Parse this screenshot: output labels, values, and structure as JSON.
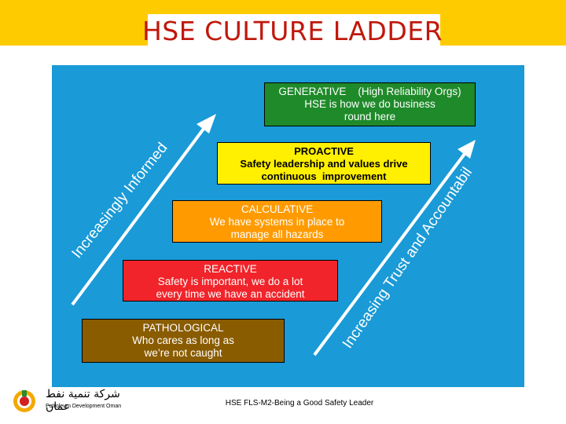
{
  "title": "HSE CULTURE LADDER",
  "footer": "HSE FLS-M2-Being a Good Safety Leader",
  "logo": {
    "arabic": "شركة تنمية نفط عمان",
    "english": "Petroleum Development Oman"
  },
  "levels": [
    {
      "heading": "GENERATIVE    (High Reliability Orgs)",
      "line1": "HSE is how we do business",
      "line2": "round here"
    },
    {
      "heading": "PROACTIVE",
      "line1": "Safety leadership and values drive",
      "line2": "continuous  improvement"
    },
    {
      "heading": "CALCULATIVE",
      "line1": "We have systems in place to",
      "line2": "manage all hazards"
    },
    {
      "heading": "REACTIVE",
      "line1": "Safety is important, we do a lot",
      "line2": "every time we have an accident"
    },
    {
      "heading": "PATHOLOGICAL",
      "line1": "Who cares as long as",
      "line2": "we’re not caught"
    }
  ],
  "left_arrow_label": "Increasingly Informed",
  "right_arrow_label": "Increasing Trust and Accountability",
  "colors": {
    "bar": "#fecb00",
    "title": "#c0180c",
    "panel": "#1a9ad6",
    "generative": "#1f8a2a",
    "proactive": "#ffef00",
    "calculative": "#ff9b00",
    "reactive": "#f0242a",
    "pathological": "#8a5c00"
  }
}
